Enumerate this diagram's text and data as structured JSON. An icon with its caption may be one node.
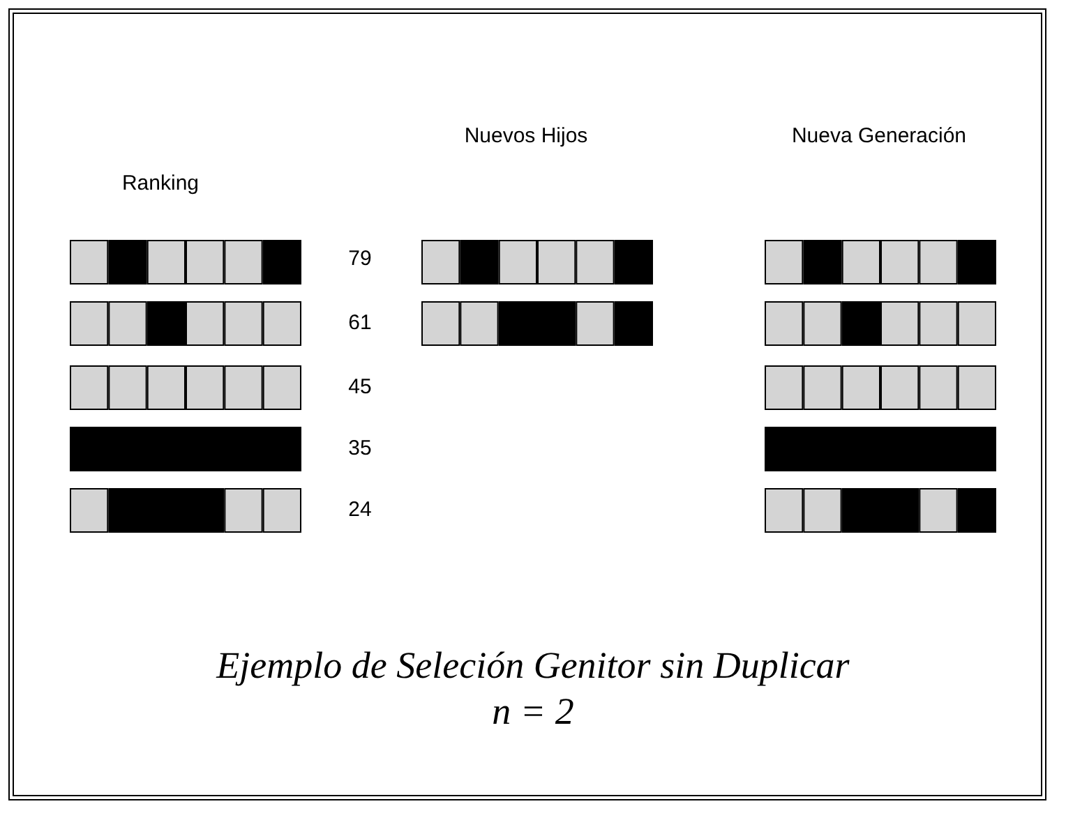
{
  "diagram": {
    "caption": "Ejemplo de Seleción Genitor sin Duplicar",
    "nodes": [
      {
        "text": [],
        "shape": "bar"
      },
      {
        "text": [],
        "shape": "bar"
      },
      {
        "text": [],
        "shape": "bar"
      },
      {
        "text": [],
        "shape": "bar"
      },
      {
        "text": [],
        "shape": "bar"
      },
      {
        "text": [],
        "shape": "bar"
      },
      {
        "text": [],
        "shape": "bar"
      },
      {
        "text": [],
        "shape": "bar"
      },
      {
        "text": [],
        "shape": "bar"
      },
      {
        "text": [],
        "shape": "bar"
      },
      {
        "text": [],
        "shape": "bar"
      },
      {
        "text": [],
        "shape": "bar"
      }
    ],
    "edges": [],
    "labels": [
      "Ranking",
      "Nuevos Hijos",
      "Nueva Generación",
      "79",
      "61",
      "45",
      "35",
      "24",
      "n = 2"
    ]
  }
}
